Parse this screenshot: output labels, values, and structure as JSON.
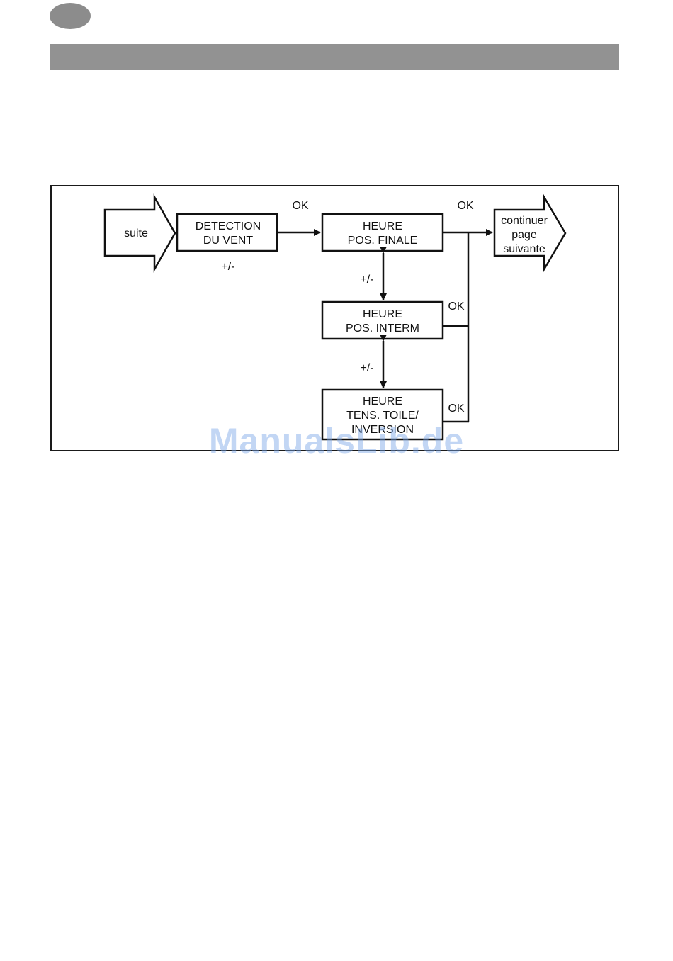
{
  "watermark": "ManualsLib.de",
  "flowchart": {
    "start_arrow": {
      "label": "suite"
    },
    "end_arrow": {
      "lines": [
        "continuer",
        "page",
        "suivante"
      ]
    },
    "boxes": [
      {
        "id": "detection-vent",
        "lines": [
          "DETECTION",
          "DU VENT"
        ]
      },
      {
        "id": "pos-finale",
        "lines": [
          "HEURE",
          "POS. FINALE"
        ]
      },
      {
        "id": "pos-interm",
        "lines": [
          "HEURE",
          "POS. INTERM"
        ]
      },
      {
        "id": "tens-toile",
        "lines": [
          "HEURE",
          "TENS. TOILE/",
          "INVERSION"
        ]
      }
    ],
    "labels": {
      "ok_to_finale": "OK",
      "ok_to_next": "OK",
      "ok_interm": "OK",
      "ok_tens": "OK",
      "plusminus_detection": "+/-",
      "plusminus_finale_interm": "+/-",
      "plusminus_interm_tens": "+/-"
    }
  },
  "colors": {
    "line": "#111111",
    "header_bar": "#929292",
    "badge": "#8c8c8c",
    "watermark": "#78a5e6"
  }
}
